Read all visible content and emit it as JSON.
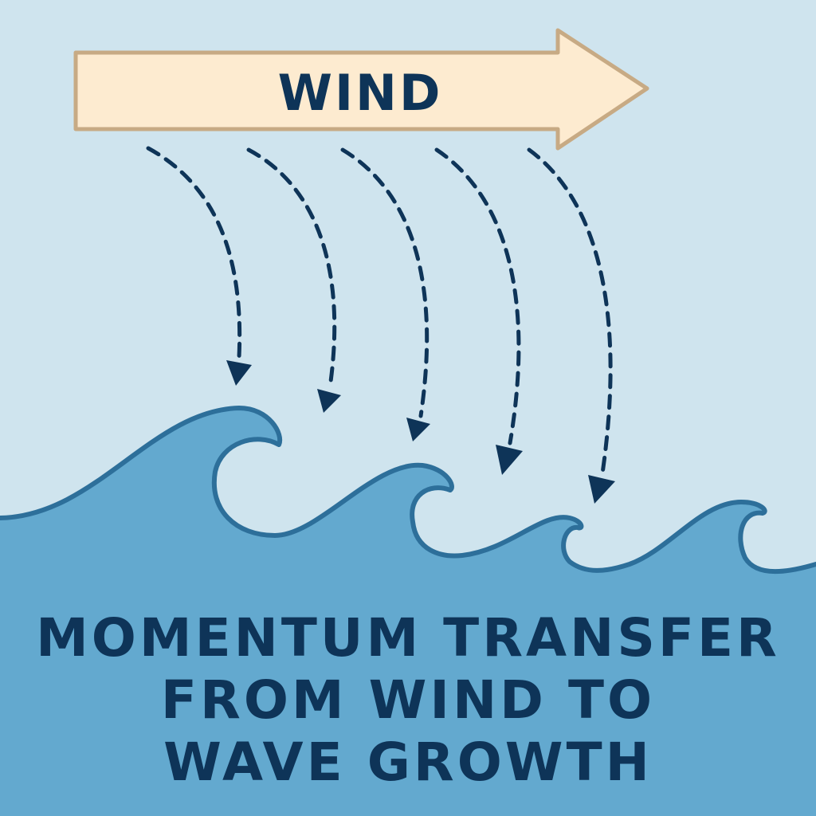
{
  "wind": {
    "label": "WIND"
  },
  "caption": {
    "lines": [
      "MOMENTUM TRANSFER",
      "FROM WIND TO",
      "WAVE GROWTH"
    ]
  },
  "colors": {
    "sky": "#cfe4ee",
    "sea": "#63a9cf",
    "wave_outline": "#2d6f9a",
    "arrow_fill": "#fdebd0",
    "arrow_stroke": "#c7aa84",
    "ink": "#0e3458"
  }
}
